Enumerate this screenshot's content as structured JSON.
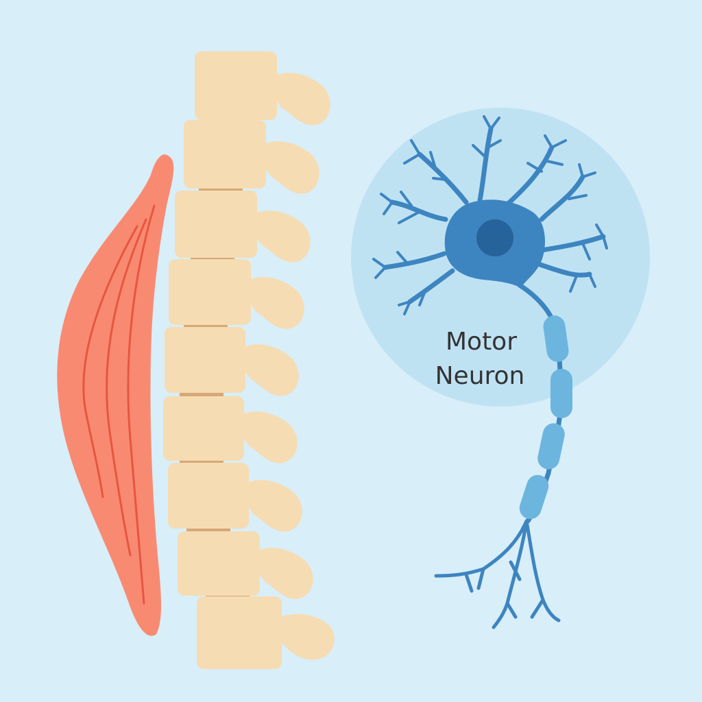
{
  "label": {
    "line1": "Motor",
    "line2": "Neuron"
  },
  "colors": {
    "background": "#d8eef9",
    "halo": "#bfe2f3",
    "bone": "#f6dcb2",
    "disc": "#d6a877",
    "muscle": "#f98a72",
    "muscle_fiber": "#e8553f",
    "neuron": "#3d85c0",
    "nucleus": "#26639a",
    "myelin": "#6cb5df"
  },
  "structures": {
    "vertebra_count": 9,
    "myelin_segment_count": 4
  }
}
